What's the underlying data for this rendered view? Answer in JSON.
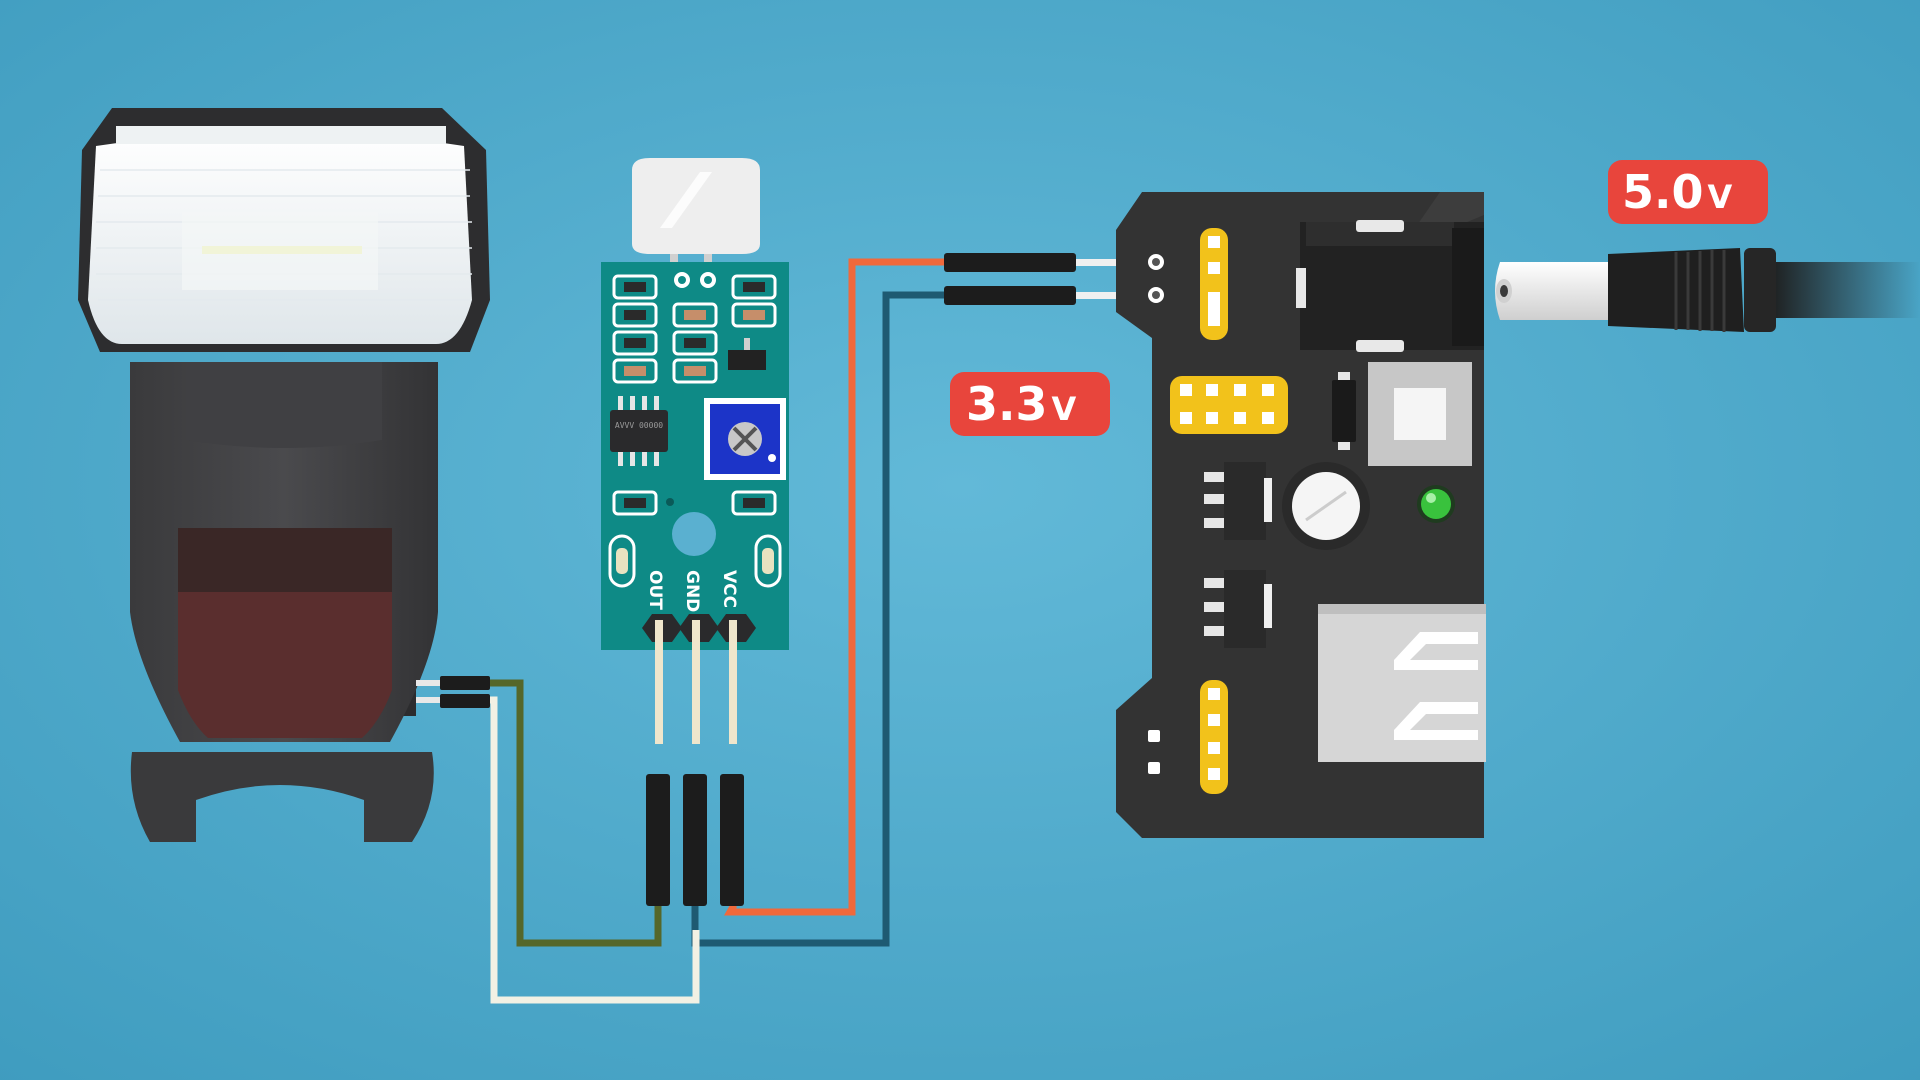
{
  "labels": {
    "pin_out": "OUT",
    "pin_gnd": "GND",
    "pin_vcc": "VCC",
    "ic_marking": "AVVV 00000"
  },
  "badges": {
    "voltage_low": {
      "number": "3.3",
      "unit": "V"
    },
    "voltage_high": {
      "number": "5.0",
      "unit": "V"
    }
  },
  "colors": {
    "background": "#4ea8c9",
    "badge": "#e8453c",
    "pcb": "#0e8a86",
    "power_board": "#333333",
    "wire_vcc": "#f0693c",
    "wire_gnd": "#1e5a72",
    "wire_signal": "#55672a",
    "wire_trigger": "#f2f1e4",
    "header_pins": "#f2c21b",
    "led": "#39c23d"
  },
  "icons": [
    "camera-flash-icon",
    "sound-sensor-module-icon",
    "breadboard-power-supply-icon",
    "dc-barrel-plug-icon",
    "potentiometer-icon"
  ]
}
